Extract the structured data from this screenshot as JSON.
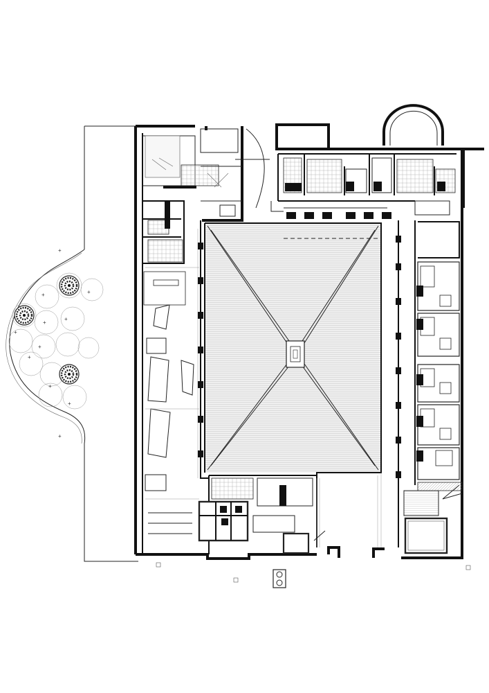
{
  "drawing": {
    "type": "architectural floor plan",
    "colors": {
      "wall": "#111111",
      "line": "#222222",
      "courtyard": "#efefef",
      "background": "#ffffff",
      "tree": "#222222"
    },
    "elements": {
      "trees": 3,
      "tree_rings": 14,
      "guest_rooms_east": 6,
      "courtyard_fountain": 1,
      "round_apse_north": 1
    }
  }
}
